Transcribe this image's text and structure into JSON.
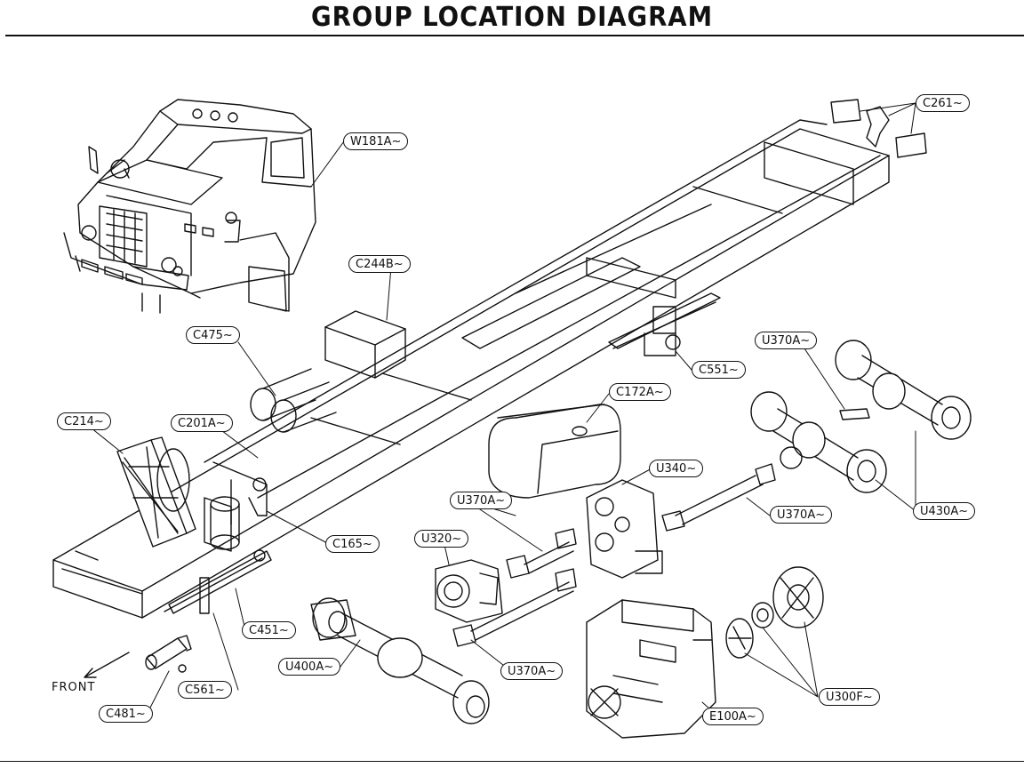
{
  "title": "GROUP LOCATION DIAGRAM",
  "front_label": "FRONT",
  "callouts": {
    "w181a": "W181A~",
    "c261": "C261~",
    "c244b": "C244B~",
    "c475": "C475~",
    "c551": "C551~",
    "u370a_top": "U370A~",
    "c172a": "C172A~",
    "c214": "C214~",
    "c201a": "C201A~",
    "u340": "U340~",
    "u370a_mid_left": "U370A~",
    "u370a_mid_right": "U370A~",
    "u430a": "U430A~",
    "u320": "U320~",
    "c165": "C165~",
    "c451": "C451~",
    "u400a": "U400A~",
    "u370a_bottom": "U370A~",
    "c561": "C561~",
    "c481": "C481~",
    "e100a": "E100A~",
    "u300f": "U300F~"
  }
}
